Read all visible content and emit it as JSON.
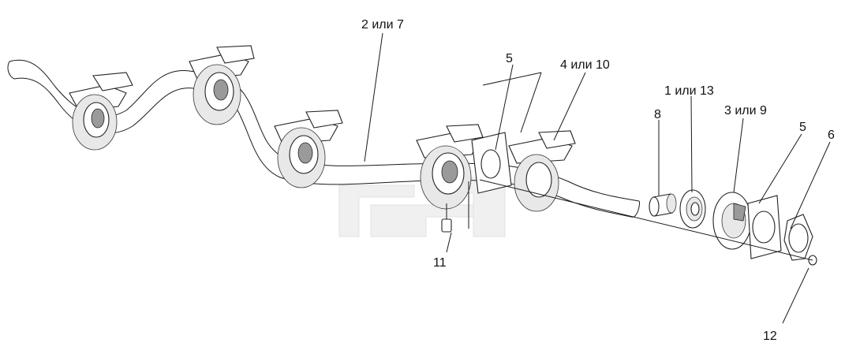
{
  "callouts": {
    "c_2_7": "2 или 7",
    "c_5a": "5",
    "c_4_10": "4 или 10",
    "c_1_13": "1 или 13",
    "c_8": "8",
    "c_3_9": "3 или 9",
    "c_5b": "5",
    "c_6": "6",
    "c_11": "11",
    "c_12": "12"
  },
  "colors": {
    "line": "#1a1a1a",
    "background": "#ffffff",
    "watermark": "#f0f0f0"
  }
}
